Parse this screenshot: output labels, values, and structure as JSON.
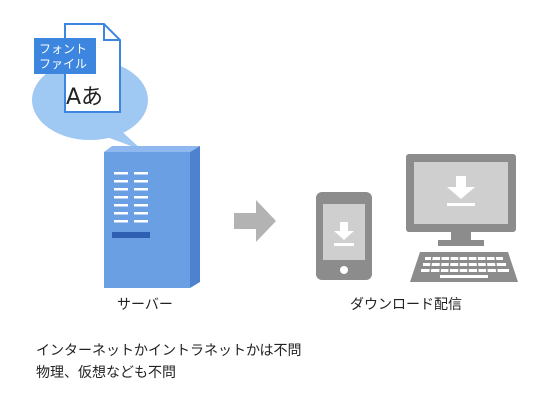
{
  "font_file": {
    "tag_line1": "フォント",
    "tag_line2": "ファイル",
    "glyphs": "Aあ"
  },
  "server": {
    "label": "サーバー"
  },
  "download": {
    "label": "ダウンロード配信"
  },
  "notes": {
    "line1": "インターネットかイントラネットかは不問",
    "line2": "物理、仮想なども不問"
  },
  "colors": {
    "bubble": "#9fc8f2",
    "tag": "#3d86e0",
    "server_front": "#6a9fe3",
    "server_side": "#4e82cf",
    "device": "#8c8c8c",
    "screen": "#cfcfcf",
    "arrow": "#b3b3b3"
  }
}
